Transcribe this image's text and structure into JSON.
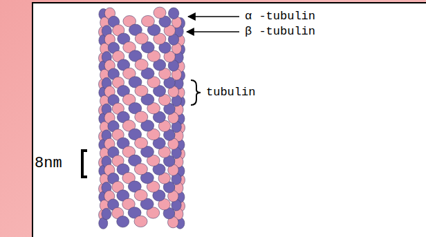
{
  "diagram": {
    "labels": [
      "α -tubulin",
      "β -tubulin",
      "tubulin",
      "8nm"
    ]
  }
}
